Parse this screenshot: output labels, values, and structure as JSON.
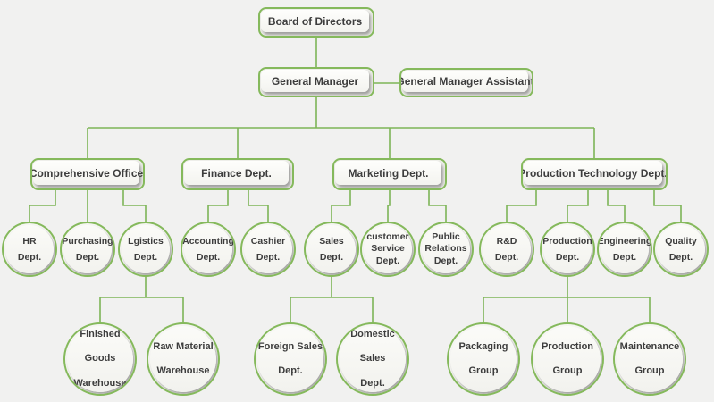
{
  "colors": {
    "background": "#f1f1f0",
    "line": "#7db557",
    "node_border": "#85b95c",
    "text": "#3d3d3d"
  },
  "boxes": {
    "board": "Board of Directors",
    "general_manager": "General Manager",
    "gm_assistant": "General Manager Assistant",
    "comprehensive_office": "Comprehensive Office",
    "finance": "Finance Dept.",
    "marketing": "Marketing Dept.",
    "production_technology": "Production Technology Dept."
  },
  "circles": {
    "hr": [
      "HR",
      "Dept."
    ],
    "purchasing": [
      "Purchasing",
      "Dept."
    ],
    "logistics": [
      "Lgistics",
      "Dept."
    ],
    "accounting": [
      "Accounting",
      "Dept."
    ],
    "cashier": [
      "Cashier",
      "Dept."
    ],
    "sales": [
      "Sales",
      "Dept."
    ],
    "customer_service": [
      "customer",
      "Service",
      "Dept."
    ],
    "public_relations": [
      "Public",
      "Relations",
      "Dept."
    ],
    "rnd": [
      "R&D",
      "Dept."
    ],
    "production": [
      "Production",
      "Dept."
    ],
    "engineering": [
      "Engineering",
      "Dept."
    ],
    "quality": [
      "Quality",
      "Dept."
    ]
  },
  "sub_circles": {
    "finished_goods": [
      "Finished Goods",
      "Warehouse"
    ],
    "raw_material": [
      "Raw Material",
      "Warehouse"
    ],
    "foreign_sales": [
      "Foreign Sales",
      "Dept."
    ],
    "domestic_sales": [
      "Domestic Sales",
      "Dept."
    ],
    "packaging": [
      "Packaging",
      "Group"
    ],
    "production_group": [
      "Production",
      "Group"
    ],
    "maintenance": [
      "Maintenance",
      "Group"
    ]
  }
}
